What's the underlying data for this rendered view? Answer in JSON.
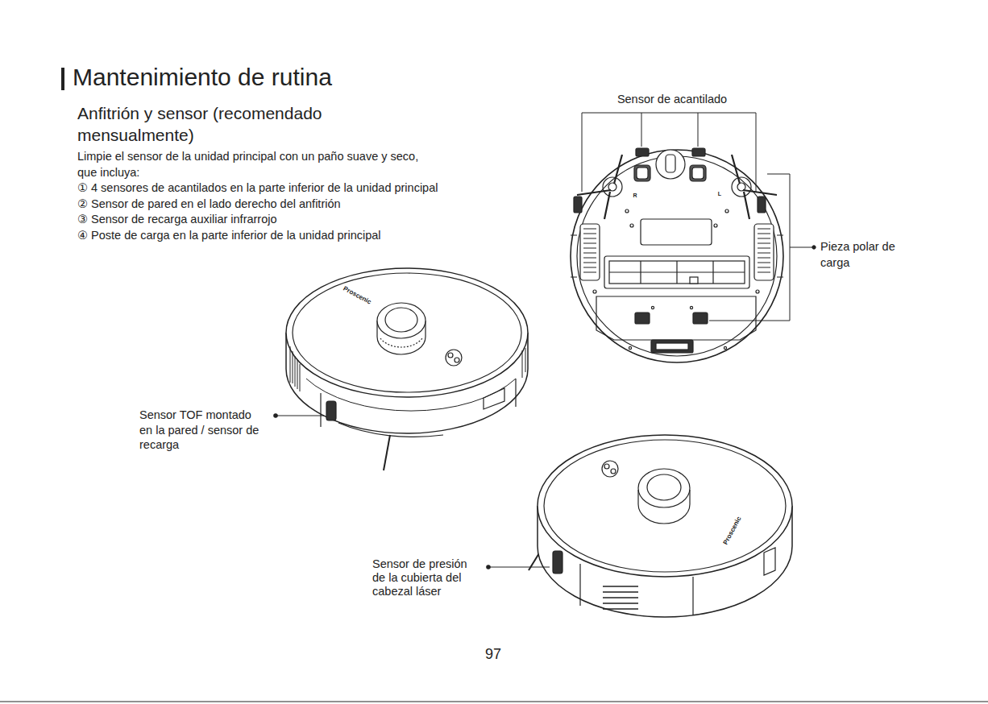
{
  "diagram": {
    "title": "Mantenimiento de rutina",
    "labels": [
      "Anfitrión y sensor (recomendado mensualmente)",
      "Limpie el sensor de la unidad principal con un paño suave y seco, que incluya:",
      "① 4 sensores de acantilados en la parte inferior de la unidad principal",
      "② Sensor de pared en el lado derecho del anfitrión",
      "③ Sensor de recarga auxiliar infrarrojo",
      "④ Poste de carga en la parte inferior de la unidad principal",
      "Sensor de acantilado",
      "Pieza polar de carga",
      "Sensor TOF montado en la pared / sensor de recarga",
      "Sensor de presión de la cubierta del cabezal láser",
      "97",
      "Proscenic",
      "Proscenic",
      "R",
      "L"
    ]
  }
}
